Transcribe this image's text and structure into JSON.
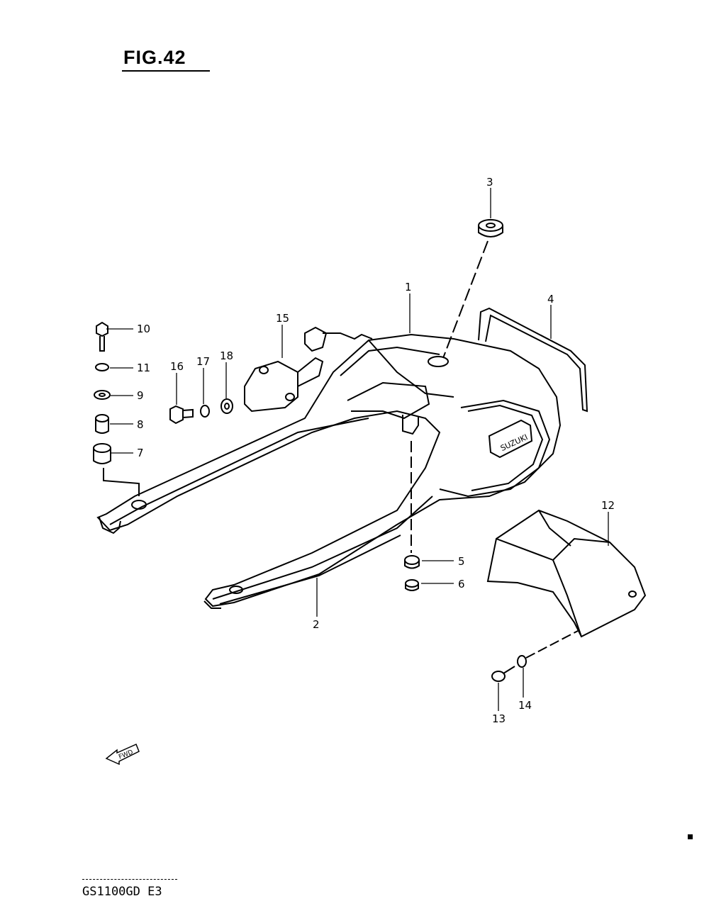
{
  "figure": {
    "title": "FIG.42"
  },
  "footer": {
    "model_code": "GS1100GD E3"
  },
  "fwd_label": "FWD",
  "logo_text": "SUZUKI",
  "callouts": [
    {
      "id": "c1",
      "label": "1"
    },
    {
      "id": "c2",
      "label": "2"
    },
    {
      "id": "c3",
      "label": "3"
    },
    {
      "id": "c4",
      "label": "4"
    },
    {
      "id": "c5",
      "label": "5"
    },
    {
      "id": "c6",
      "label": "6"
    },
    {
      "id": "c7",
      "label": "7"
    },
    {
      "id": "c8",
      "label": "8"
    },
    {
      "id": "c9",
      "label": "9"
    },
    {
      "id": "c10",
      "label": "10"
    },
    {
      "id": "c11",
      "label": "11"
    },
    {
      "id": "c12",
      "label": "12"
    },
    {
      "id": "c13",
      "label": "13"
    },
    {
      "id": "c14",
      "label": "14"
    },
    {
      "id": "c15",
      "label": "15"
    },
    {
      "id": "c16",
      "label": "16"
    },
    {
      "id": "c17",
      "label": "17"
    },
    {
      "id": "c18",
      "label": "18"
    }
  ]
}
